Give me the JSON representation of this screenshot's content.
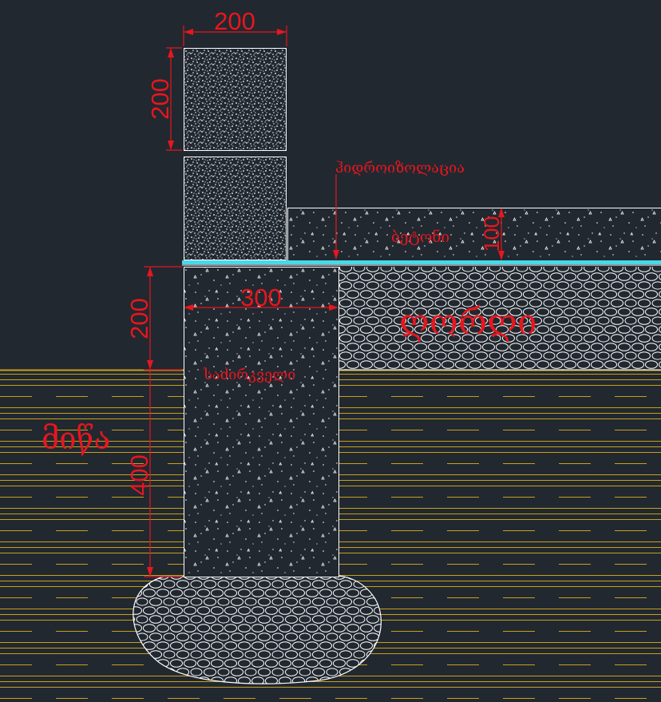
{
  "drawing": {
    "colors": {
      "background": "#212830",
      "dimension": "#e8161e",
      "hatch": "#ffffff",
      "soil_lines": "#c8a01c",
      "waterproofing": "#48d8e8"
    },
    "dimensions": {
      "block_width": "200",
      "block_height": "200",
      "slab_thickness": "100",
      "footing_width": "300",
      "above_ground_height": "200",
      "below_ground_depth": "400"
    },
    "labels": {
      "waterproofing": "ჰიდროიზოლაცია",
      "concrete": "ბეტონი",
      "gravel": "ღორღი",
      "foundation": "საძირკველი",
      "soil": "მიწა"
    }
  }
}
